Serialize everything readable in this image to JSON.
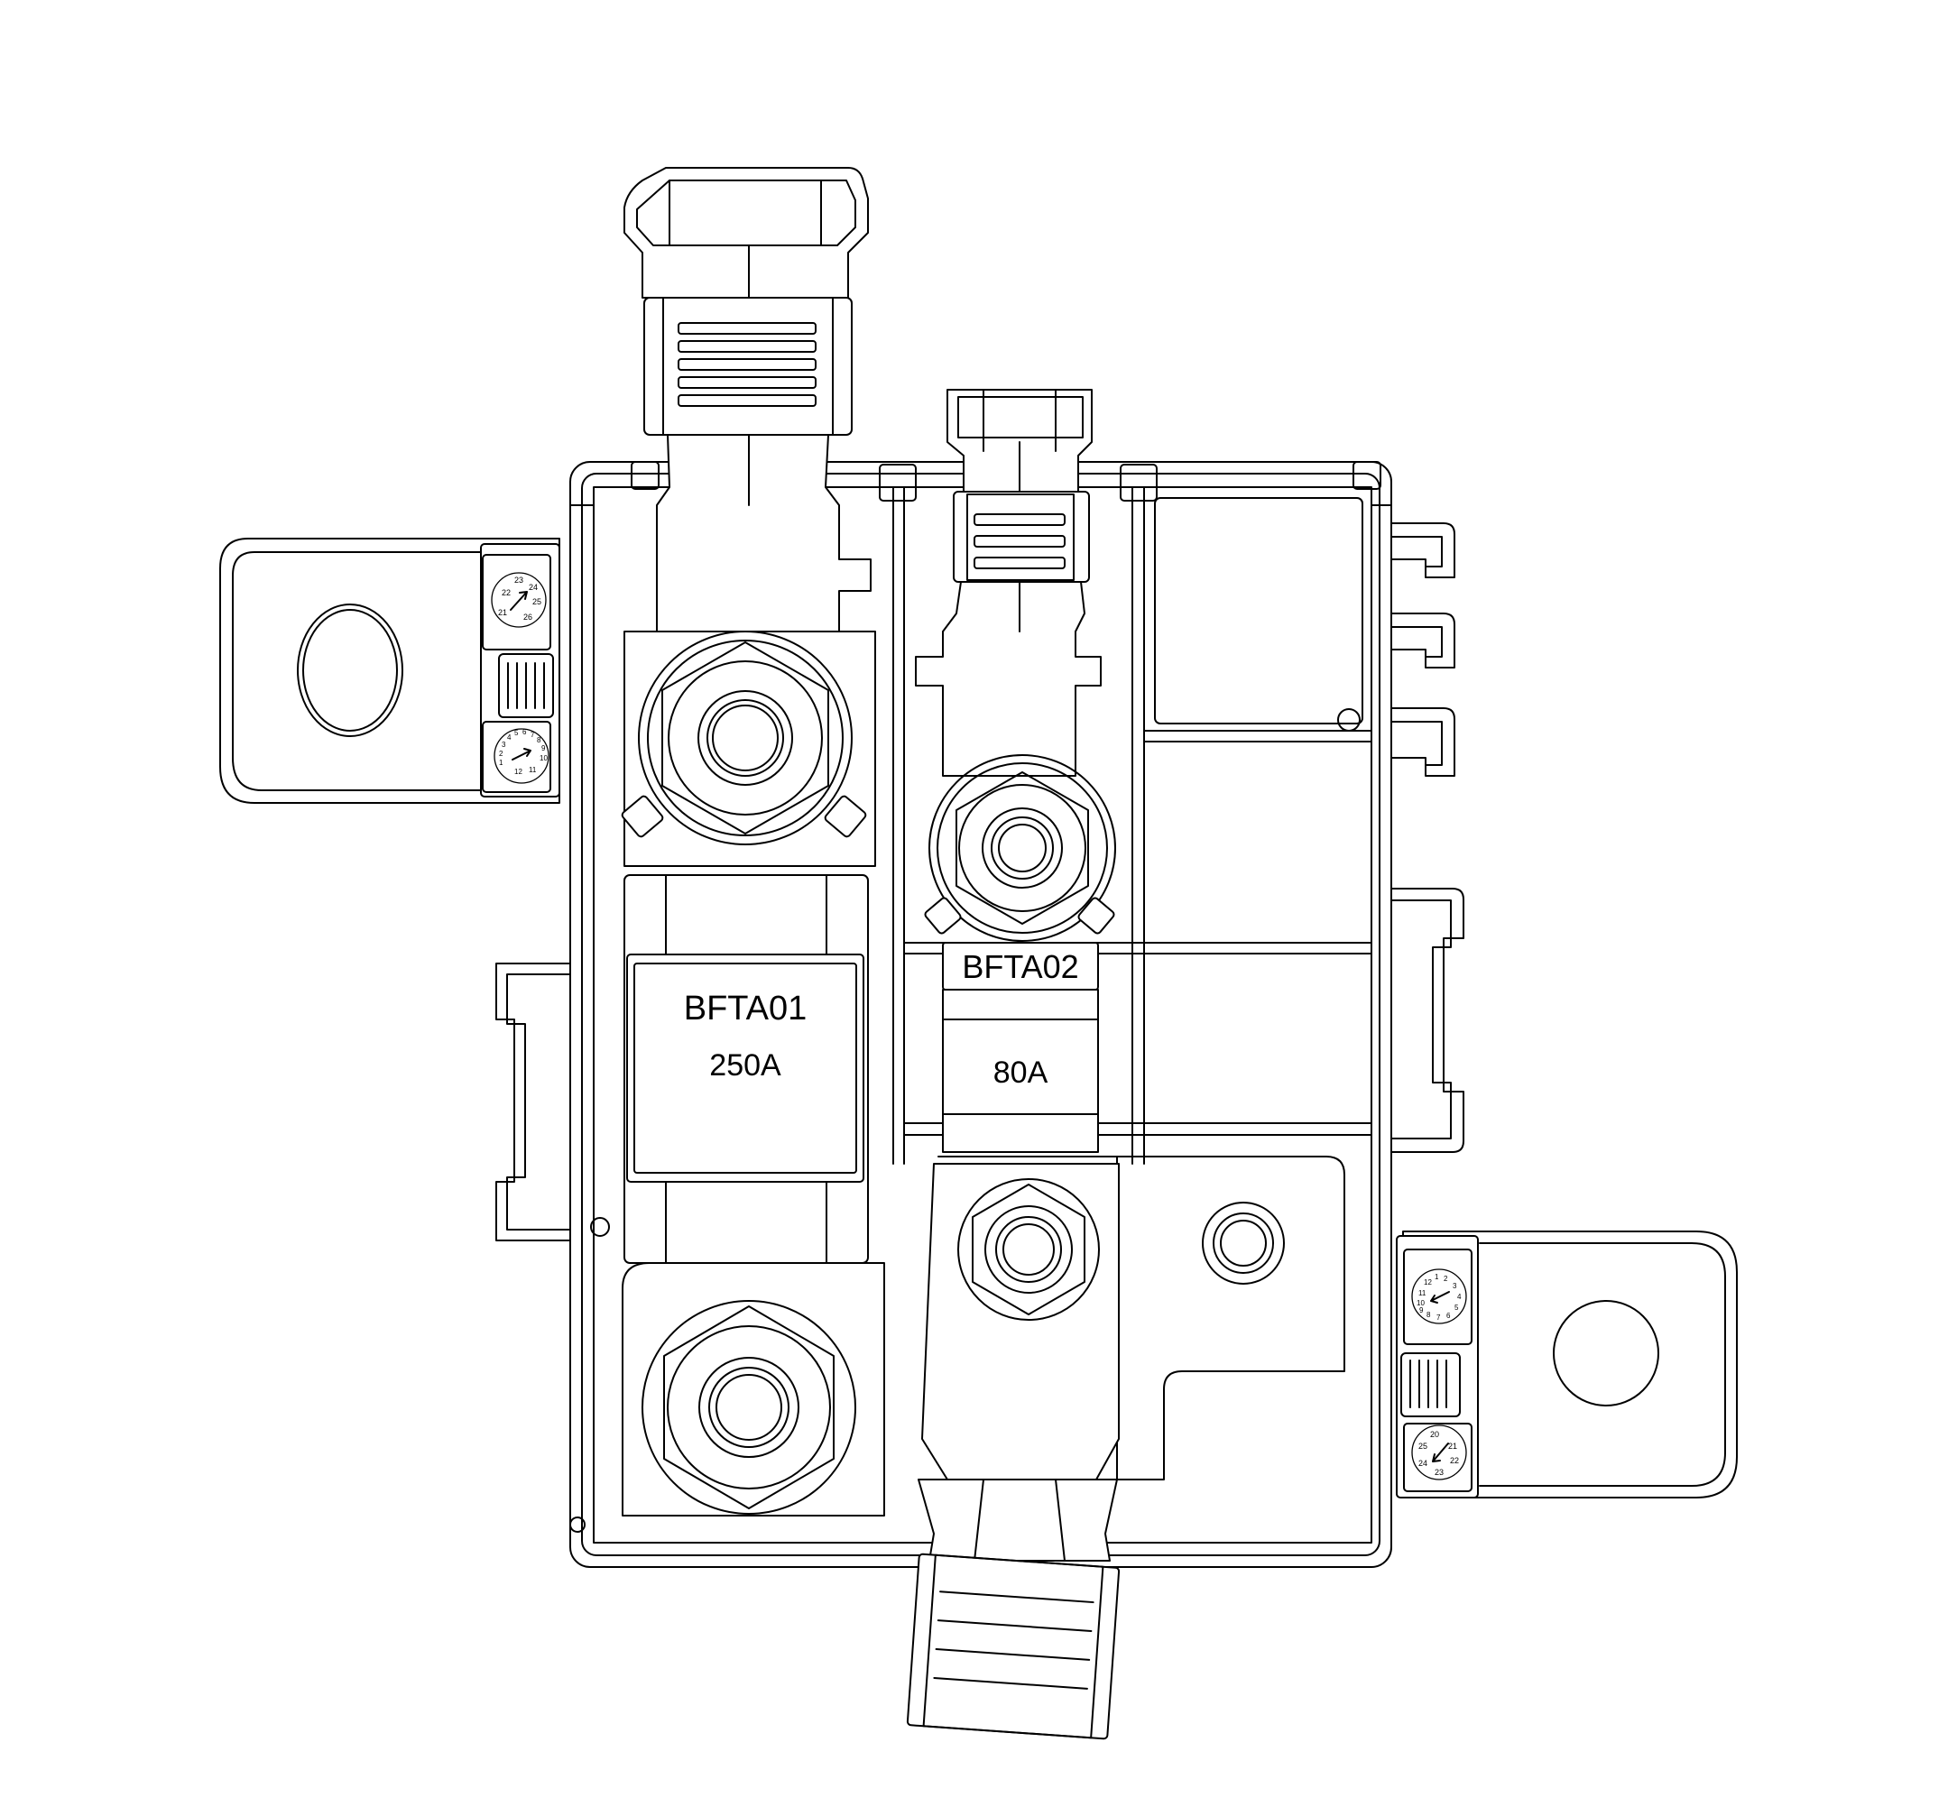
{
  "fuses": [
    {
      "id": "BFTA01",
      "rating": "250A"
    },
    {
      "id": "BFTA02",
      "rating": "80A"
    }
  ],
  "terminal_dials": {
    "left_upper": [
      "22",
      "23",
      "24",
      "25",
      "26",
      "21"
    ],
    "left_lower": [
      "1",
      "2",
      "3",
      "4",
      "5",
      "6",
      "7",
      "8",
      "9",
      "10",
      "11",
      "12"
    ],
    "right_upper": [
      "10",
      "11",
      "12",
      "1",
      "2",
      "3",
      "4",
      "5",
      "6",
      "7",
      "8",
      "9"
    ],
    "right_lower": [
      "20",
      "21",
      "22",
      "23",
      "24",
      "25"
    ]
  },
  "colors": {
    "line": "#000000",
    "background": "#ffffff"
  }
}
